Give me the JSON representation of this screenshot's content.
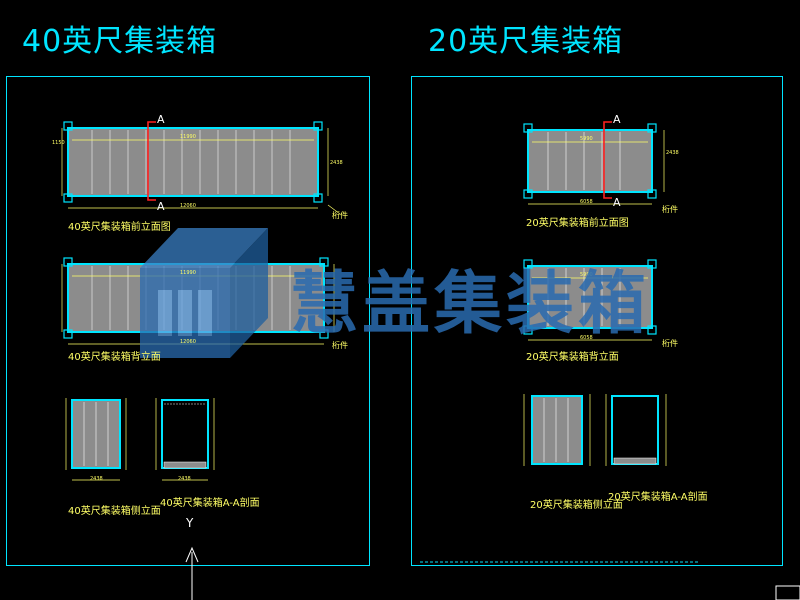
{
  "titles": {
    "left": "40英尺集装箱",
    "right": "20英尺集装箱"
  },
  "left_sheet": {
    "front_view": {
      "top_label": "11990",
      "bottom_label": "12060",
      "side_label_left": "1150",
      "side_label_right": "2438",
      "section_top": "A",
      "section_bottom": "A",
      "end_mark": "桁件",
      "caption": "40英尺集装箱前立面图"
    },
    "rear_view": {
      "top_label": "11990",
      "bottom_label": "12060",
      "end_mark": "桁件",
      "caption": "40英尺集装箱背立面"
    },
    "end_view": {
      "caption": "40英尺集装箱侧立面",
      "bottom_label": "2438"
    },
    "section_view": {
      "caption": "40英尺集装箱A-A剖面",
      "bottom_label": "2438"
    }
  },
  "right_sheet": {
    "front_view": {
      "top_label": "5990",
      "bottom_label": "6058",
      "side_label": "2438",
      "section_top": "A",
      "section_bottom": "A",
      "end_mark": "桁件",
      "caption": "20英尺集装箱前立面图"
    },
    "rear_view": {
      "top_label": "5990",
      "bottom_label": "6058",
      "end_mark": "桁件",
      "caption": "20英尺集装箱背立面"
    },
    "end_view": {
      "caption": "20英尺集装箱侧立面"
    },
    "section_view": {
      "caption": "20英尺集装箱A-A剖面"
    }
  },
  "watermark": {
    "text": "慧盖集装箱"
  },
  "ucs": {
    "y_label": "Y"
  },
  "colors": {
    "background": "#000000",
    "frame": "#00e5ff",
    "panel_fill": "#8c8c8c",
    "dimension": "#ffff66",
    "section_marker": "#ff2020",
    "watermark": "#2a6bb0"
  }
}
